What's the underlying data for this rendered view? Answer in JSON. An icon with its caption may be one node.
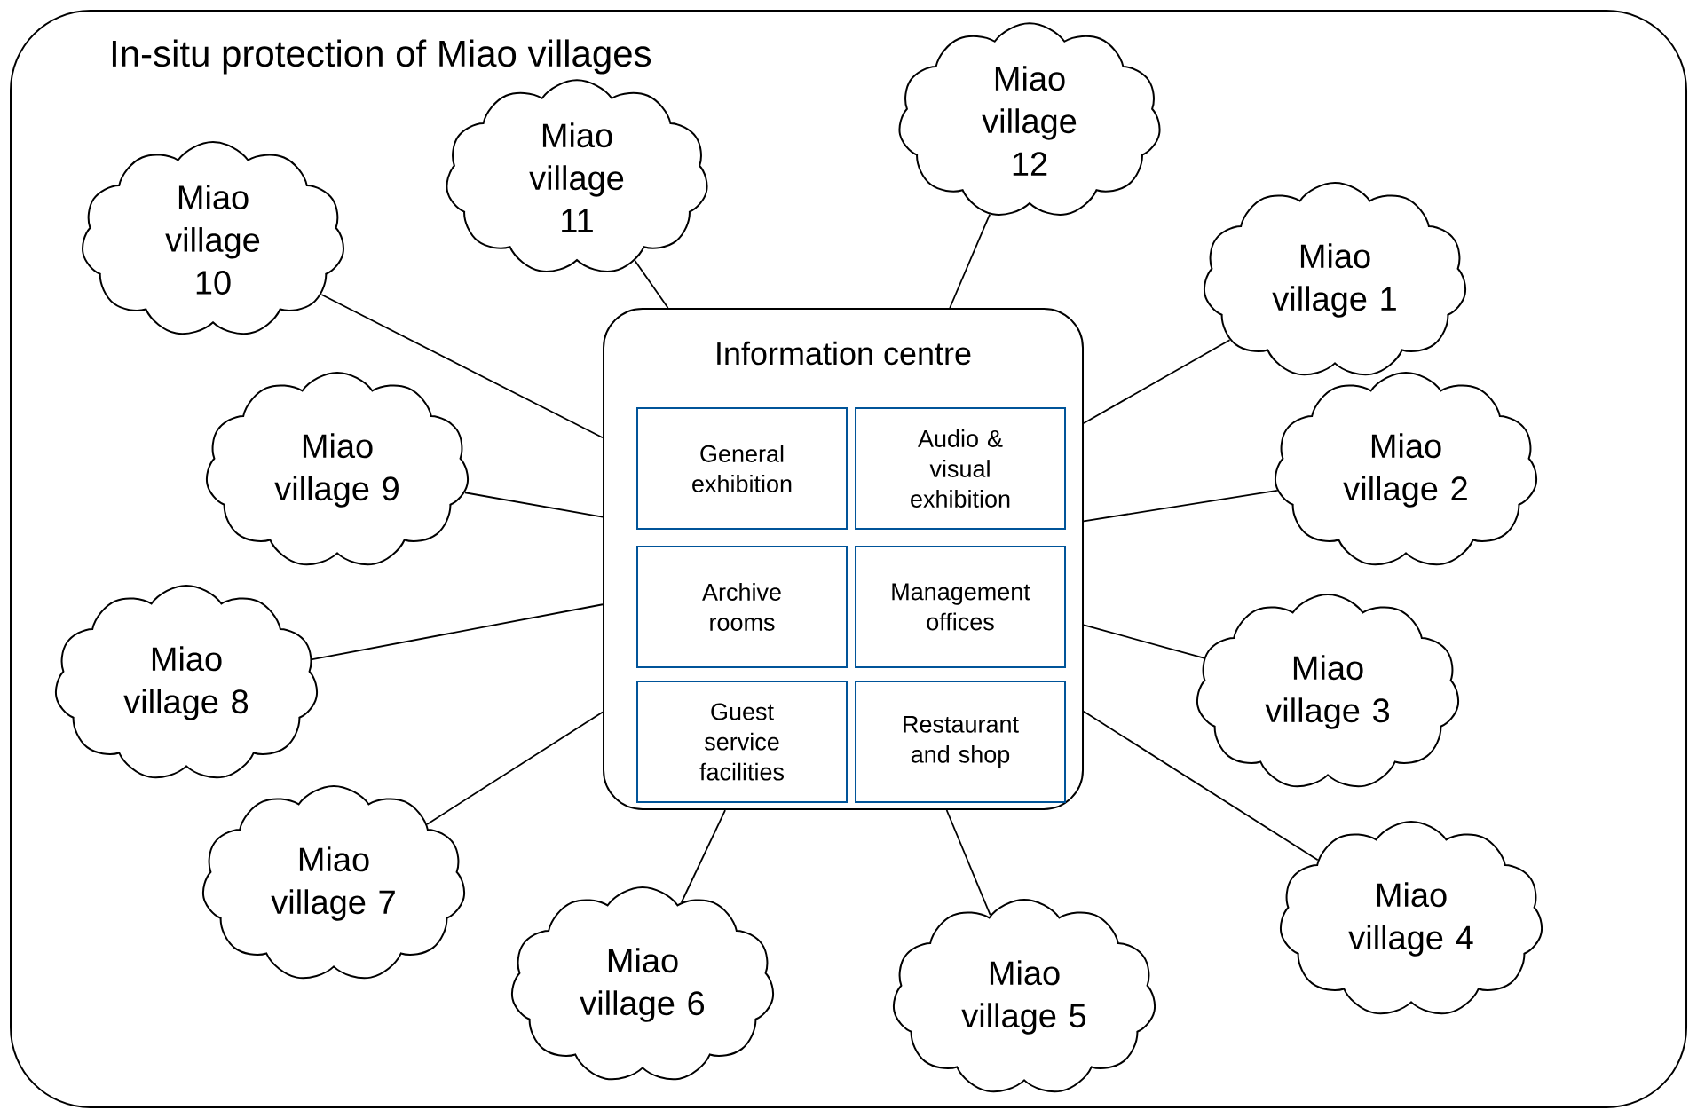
{
  "diagram": {
    "nodes": [
      {
        "text": [
          "In-situ protection of Miao villages"
        ]
      },
      {
        "text": [
          "Information centre"
        ],
        "in": 0
      },
      {
        "text": [
          "General exhibition"
        ],
        "in": 1
      },
      {
        "text": [
          "Audio & visual exhibition"
        ],
        "in": 1
      },
      {
        "text": [
          "Archive rooms"
        ],
        "in": 1
      },
      {
        "text": [
          "Management offices"
        ],
        "in": 1
      },
      {
        "text": [
          "Guest service facilities"
        ],
        "in": 1
      },
      {
        "text": [
          "Restaurant and shop"
        ],
        "in": 1
      },
      {
        "text": [
          "Miao village 1"
        ],
        "in": 0
      },
      {
        "text": [
          "Miao village 2"
        ],
        "in": 0
      },
      {
        "text": [
          "Miao village 3"
        ],
        "in": 0
      },
      {
        "text": [
          "Miao village 4"
        ],
        "in": 0
      },
      {
        "text": [
          "Miao village 5"
        ],
        "in": 0
      },
      {
        "text": [
          "Miao village 6"
        ],
        "in": 0
      },
      {
        "text": [
          "Miao village 7"
        ],
        "in": 0
      },
      {
        "text": [
          "Miao village 8"
        ],
        "in": 0
      },
      {
        "text": [
          "Miao village 9"
        ],
        "in": 0
      },
      {
        "text": [
          "Miao village 10"
        ],
        "in": 0
      },
      {
        "text": [
          "Miao village 11"
        ],
        "in": 0
      },
      {
        "text": [
          "Miao village 12"
        ],
        "in": 0
      }
    ],
    "edges": [
      {
        "from": 1,
        "to": 8,
        "arrow": "none"
      },
      {
        "from": 1,
        "to": 9,
        "arrow": "none"
      },
      {
        "from": 1,
        "to": 10,
        "arrow": "none"
      },
      {
        "from": 1,
        "to": 11,
        "arrow": "none"
      },
      {
        "from": 1,
        "to": 12,
        "arrow": "none"
      },
      {
        "from": 1,
        "to": 13,
        "arrow": "none"
      },
      {
        "from": 1,
        "to": 14,
        "arrow": "none"
      },
      {
        "from": 1,
        "to": 15,
        "arrow": "none"
      },
      {
        "from": 1,
        "to": 16,
        "arrow": "none"
      },
      {
        "from": 1,
        "to": 17,
        "arrow": "none"
      },
      {
        "from": 1,
        "to": 18,
        "arrow": "none"
      },
      {
        "from": 1,
        "to": 19,
        "arrow": "none"
      }
    ]
  }
}
